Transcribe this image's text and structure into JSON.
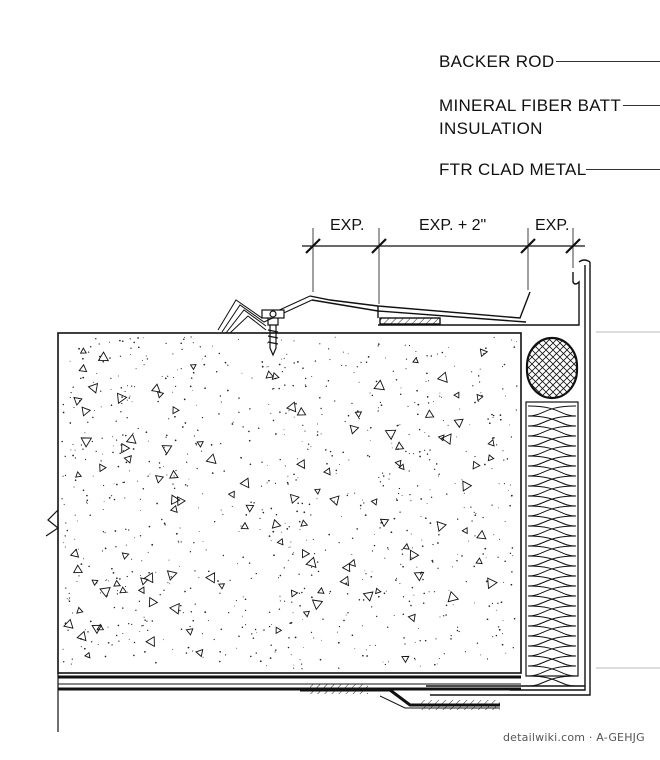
{
  "labels": {
    "backer_rod": "BACKER ROD",
    "mineral_line1": "MINERAL FIBER BATT",
    "mineral_line2": "INSULATION",
    "ftr_clad": "FTR CLAD METAL"
  },
  "dimensions": {
    "left": "EXP.",
    "middle": "EXP. + 2\"",
    "right": "EXP."
  },
  "credit": "detailwiki.com · A-GEHJG",
  "colors": {
    "line": "#111111",
    "text": "#111111",
    "background": "#ffffff"
  }
}
